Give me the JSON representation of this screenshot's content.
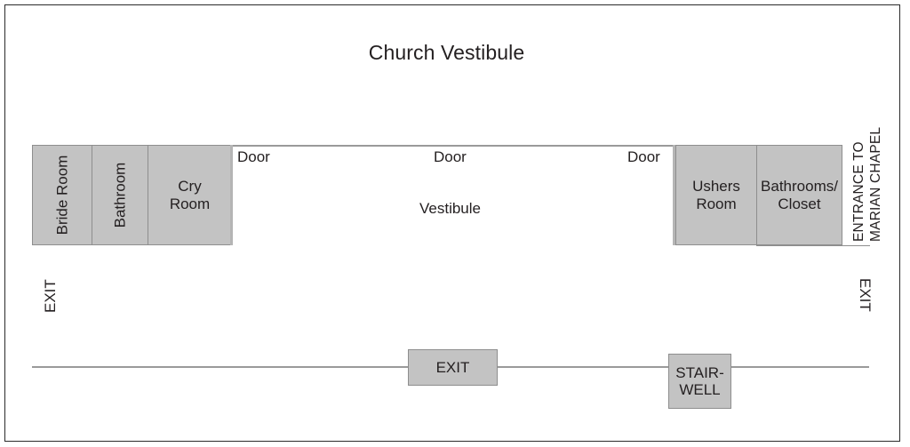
{
  "diagram": {
    "title": "Church Vestibule",
    "rooms": {
      "bride_room": "Bride Room",
      "bathroom": "Bathroom",
      "cry_room": "Cry\nRoom",
      "cry_room_line1": "Cry",
      "cry_room_line2": "Room",
      "ushers_room_line1": "Ushers",
      "ushers_room_line2": "Room",
      "bathrooms_closet_line1": "Bathrooms/",
      "bathrooms_closet_line2": "Closet"
    },
    "open_areas": {
      "vestibule": "Vestibule"
    },
    "doors": [
      "Door",
      "Door",
      "Door"
    ],
    "exits": {
      "left": "EXIT",
      "right": "EXIT",
      "corridor": "EXIT"
    },
    "stairwell_line1": "STAIR-",
    "stairwell_line2": "WELL",
    "entrance": {
      "line1": "ENTRANCE TO",
      "line2": "MARIAN CHAPEL"
    },
    "colors": {
      "room_fill": "#c3c3c3",
      "room_stroke": "#8e8e8e",
      "text": "#231f20",
      "frame": "#2b2b2b",
      "background": "#ffffff"
    }
  }
}
